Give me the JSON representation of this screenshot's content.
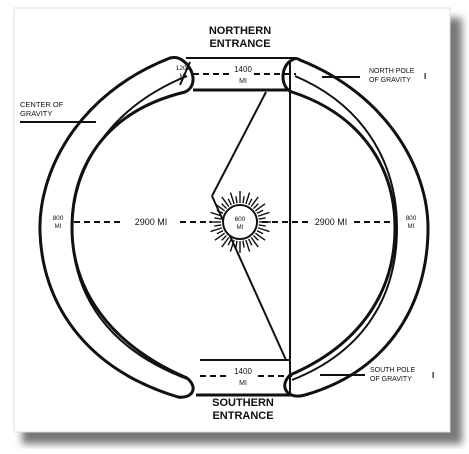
{
  "diagram": {
    "labels": {
      "northern_entrance_1": "NORTHERN",
      "northern_entrance_2": "ENTRANCE",
      "southern_entrance_1": "SOUTHERN",
      "southern_entrance_2": "ENTRANCE",
      "center_of_gravity_1": "CENTER OF",
      "center_of_gravity_2": "GRAVITY",
      "north_pole_1": "NORTH POLE",
      "north_pole_2": "OF GRAVITY",
      "south_pole_1": "SOUTH POLE",
      "south_pole_2": "OF GRAVITY",
      "north_opening_num": "1400",
      "north_opening_unit": "MI",
      "south_opening_num": "1400",
      "south_opening_unit": "MI",
      "crust_top_num": "1200",
      "crust_top_unit": "MI",
      "left_crust_num": "800",
      "left_crust_unit": "MI",
      "right_crust_num": "800",
      "right_crust_unit": "MI",
      "left_radius": "2900 MI",
      "right_radius": "2900 MI",
      "sun_num": "600",
      "sun_unit": "MI",
      "tick_mark": "I"
    },
    "colors": {
      "ink": "#111111",
      "paper": "#ffffff",
      "shadow": "#555555"
    }
  }
}
